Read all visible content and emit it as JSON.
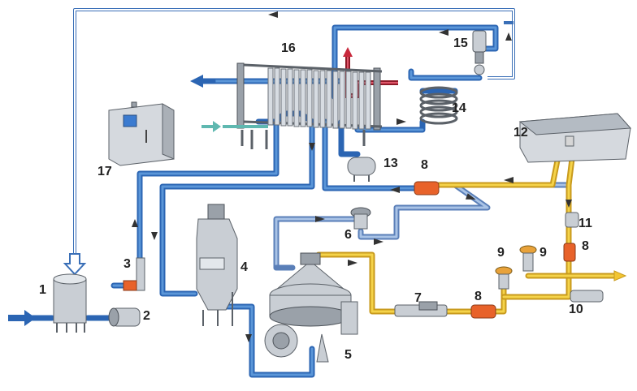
{
  "labels": {
    "n1": "1",
    "n2": "2",
    "n3": "3",
    "n4": "4",
    "n5": "5",
    "n6": "6",
    "n7": "7",
    "n8a": "8",
    "n8b": "8",
    "n8c": "8",
    "n9a": "9",
    "n9b": "9",
    "n10": "10",
    "n11": "11",
    "n12": "12",
    "n13": "13",
    "n14": "14",
    "n15": "15",
    "n16": "16",
    "n17": "17"
  },
  "colors": {
    "pipe_blue": "#2b65b3",
    "pipe_light_blue": "#8fb0de",
    "pipe_yellow": "#f2c532",
    "pipe_red": "#c8283c",
    "steel": "#c9ced4",
    "pump_orange": "#e8622a"
  }
}
